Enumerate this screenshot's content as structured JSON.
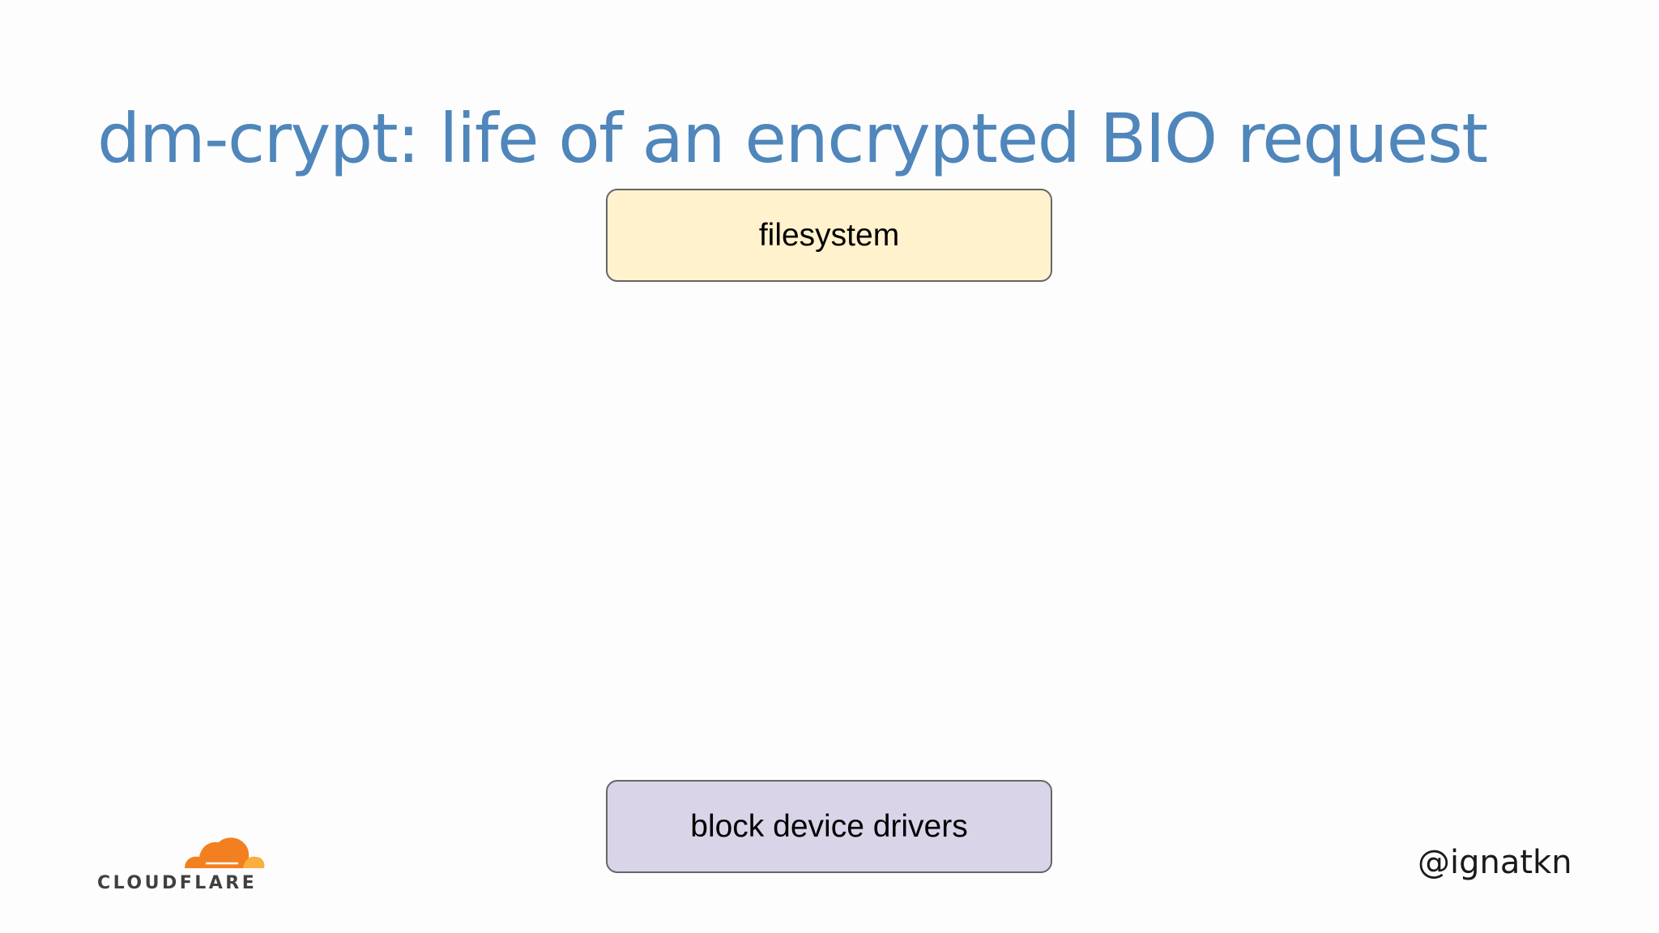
{
  "slide": {
    "title": "dm-crypt: life of an encrypted BIO request"
  },
  "diagram": {
    "nodes": [
      {
        "id": "filesystem",
        "label": "filesystem",
        "fill": "#fff2cc"
      },
      {
        "id": "block-device-drivers",
        "label": "block device drivers",
        "fill": "#d9d4e8"
      }
    ]
  },
  "footer": {
    "logo_text": "CLOUDFLARE",
    "logo_icon": "cloudflare-cloud-icon",
    "handle": "@ignatkn"
  },
  "colors": {
    "title": "#4f86bb",
    "logo_orange": "#f38020",
    "logo_light_orange": "#faae40"
  }
}
